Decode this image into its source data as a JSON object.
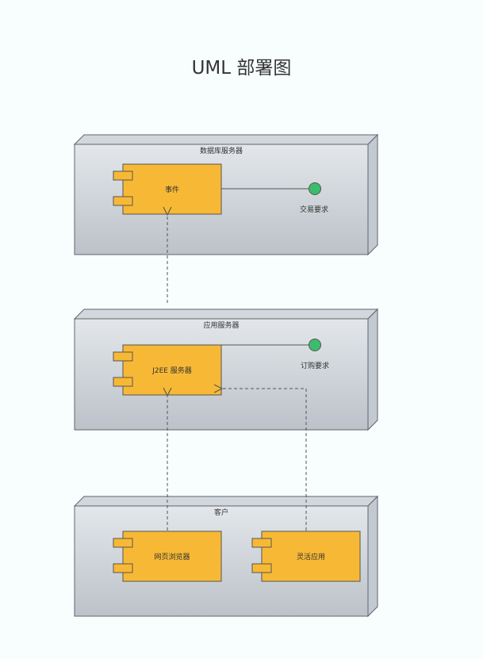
{
  "diagram": {
    "title": "UML 部署图",
    "nodes": [
      {
        "id": "db",
        "label": "数据库服务器",
        "components": [
          {
            "label": "事件"
          }
        ],
        "interfaces": [
          {
            "label": "交易要求"
          }
        ]
      },
      {
        "id": "app",
        "label": "应用服务器",
        "components": [
          {
            "label": "J2EE 服务器"
          }
        ],
        "interfaces": [
          {
            "label": "订购要求"
          }
        ]
      },
      {
        "id": "client",
        "label": "客户",
        "components": [
          {
            "label": "网页浏览器"
          },
          {
            "label": "灵活应用"
          }
        ],
        "interfaces": []
      }
    ],
    "colors": {
      "background": "#f8fefe",
      "node_front_top": "#e3e7eb",
      "node_front_bottom": "#bcc2c9",
      "node_top_face": "#d2d7dd",
      "node_side_face": "#c3c9d0",
      "node_border": "#5f656b",
      "component_fill": "#f7b935",
      "component_border": "#555555",
      "interface_fill": "#3cbd6b",
      "line": "#555555",
      "text": "#333333"
    }
  }
}
